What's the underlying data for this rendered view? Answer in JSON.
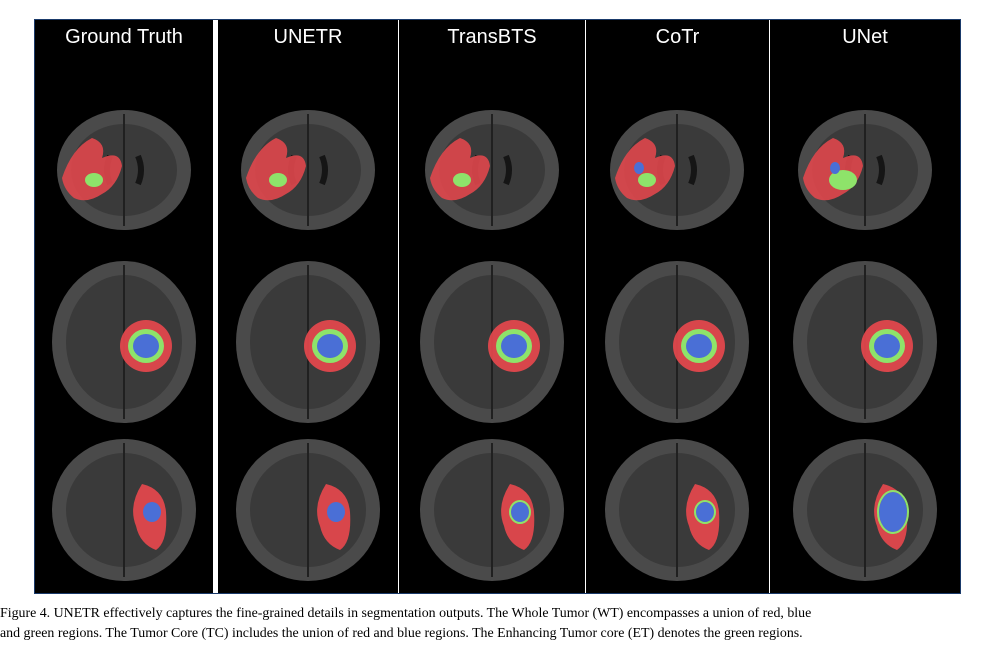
{
  "figure": {
    "columns": [
      {
        "title": "Ground Truth"
      },
      {
        "title": "UNETR"
      },
      {
        "title": "TransBTS"
      },
      {
        "title": "CoTr"
      },
      {
        "title": "UNet"
      }
    ],
    "colors": {
      "red": "#e0474c",
      "blue": "#4a6fd6",
      "green": "#8ee36a",
      "background": "#000000"
    }
  },
  "caption": {
    "line1": "Figure 4. UNETR effectively captures the fine-grained details in segmentation outputs. The Whole Tumor (WT) encompasses a union of red, blue",
    "line2": "and green regions. The Tumor Core (TC) includes the union of red and blue regions. The Enhancing Tumor core (ET) denotes the green regions."
  }
}
